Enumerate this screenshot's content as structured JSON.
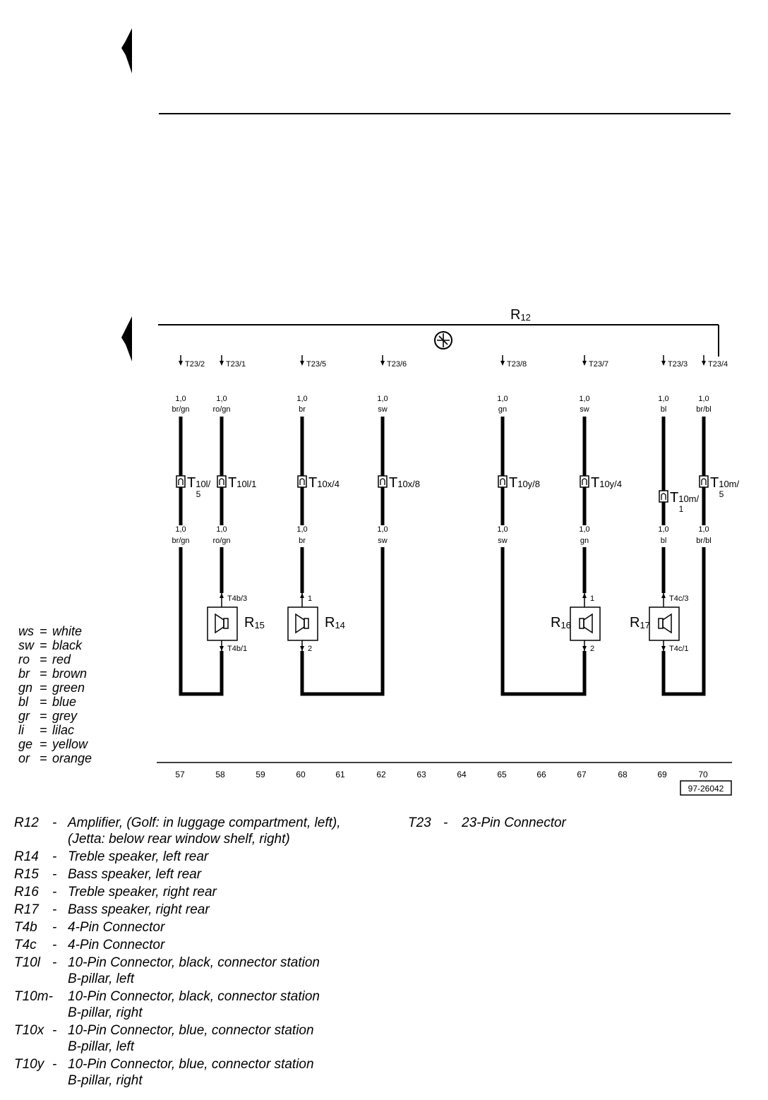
{
  "amplifier_label": {
    "main": "R",
    "sub": "12"
  },
  "ground_symbol": "ground-symbol",
  "drawing_number": "97-26042",
  "columns": [
    "57",
    "58",
    "59",
    "60",
    "61",
    "62",
    "63",
    "64",
    "65",
    "66",
    "67",
    "68",
    "69",
    "70"
  ],
  "wires": [
    {
      "pin": "T23/2",
      "gauge_top": "1,0",
      "color_top": "br/gn",
      "connector": {
        "main": "T",
        "sub": "10l/",
        "suffix": "5"
      },
      "gauge_bottom": "1,0",
      "color_bottom": "br/gn"
    },
    {
      "pin": "T23/1",
      "gauge_top": "1,0",
      "color_top": "ro/gn",
      "connector": {
        "main": "T",
        "sub": "10l/1",
        "suffix": ""
      },
      "gauge_bottom": "1,0",
      "color_bottom": "ro/gn"
    },
    {
      "pin": "T23/5",
      "gauge_top": "1,0",
      "color_top": "br",
      "connector": {
        "main": "T",
        "sub": "10x/4",
        "suffix": ""
      },
      "gauge_bottom": "1,0",
      "color_bottom": "br"
    },
    {
      "pin": "T23/6",
      "gauge_top": "1,0",
      "color_top": "sw",
      "connector": {
        "main": "T",
        "sub": "10x/8",
        "suffix": ""
      },
      "gauge_bottom": "1,0",
      "color_bottom": "sw"
    },
    {
      "pin": "T23/8",
      "gauge_top": "1,0",
      "color_top": "gn",
      "connector": {
        "main": "T",
        "sub": "10y/8",
        "suffix": ""
      },
      "gauge_bottom": "1,0",
      "color_bottom": "sw"
    },
    {
      "pin": "T23/7",
      "gauge_top": "1,0",
      "color_top": "sw",
      "connector": {
        "main": "T",
        "sub": "10y/4",
        "suffix": ""
      },
      "gauge_bottom": "1,0",
      "color_bottom": "gn"
    },
    {
      "pin": "T23/3",
      "gauge_top": "1,0",
      "color_top": "bl",
      "connector": {
        "main": "T",
        "sub": "10m/",
        "suffix": "1"
      },
      "gauge_bottom": "1,0",
      "color_bottom": "bl"
    },
    {
      "pin": "T23/4",
      "gauge_top": "1,0",
      "color_top": "br/bl",
      "connector": {
        "main": "T",
        "sub": "10m/",
        "suffix": "5"
      },
      "gauge_bottom": "1,0",
      "color_bottom": "br/bl"
    }
  ],
  "speakers": [
    {
      "label_main": "R",
      "label_sub": "15",
      "pin_top": "T4b/3",
      "pin_bottom": "T4b/1"
    },
    {
      "label_main": "R",
      "label_sub": "14",
      "pin_top": "1",
      "pin_bottom": "2"
    },
    {
      "label_main": "R",
      "label_sub": "16",
      "pin_top": "1",
      "pin_bottom": "2"
    },
    {
      "label_main": "R",
      "label_sub": "17",
      "pin_top": "T4c/3",
      "pin_bottom": "T4c/1"
    }
  ],
  "color_legend": [
    {
      "code": "ws",
      "name": "white"
    },
    {
      "code": "sw",
      "name": "black"
    },
    {
      "code": "ro",
      "name": "red"
    },
    {
      "code": "br",
      "name": "brown"
    },
    {
      "code": "gn",
      "name": "green"
    },
    {
      "code": "bl",
      "name": "blue"
    },
    {
      "code": "gr",
      "name": "grey"
    },
    {
      "code": "li",
      "name": "lilac"
    },
    {
      "code": "ge",
      "name": "yellow"
    },
    {
      "code": "or",
      "name": "orange"
    }
  ],
  "components_left": [
    {
      "code": "R12",
      "dash": "-",
      "lines": [
        "Amplifier, (Golf: in luggage compartment, left),",
        "(Jetta: below rear window shelf, right)"
      ]
    },
    {
      "code": "R14",
      "dash": "-",
      "lines": [
        "Treble speaker, left rear"
      ]
    },
    {
      "code": "R15",
      "dash": "-",
      "lines": [
        "Bass speaker, left rear"
      ]
    },
    {
      "code": "R16",
      "dash": "-",
      "lines": [
        "Treble speaker, right rear"
      ]
    },
    {
      "code": "R17",
      "dash": "-",
      "lines": [
        "Bass speaker, right rear"
      ]
    },
    {
      "code": "T4b",
      "dash": "-",
      "lines": [
        "4-Pin Connector"
      ]
    },
    {
      "code": "T4c",
      "dash": "-",
      "lines": [
        "4-Pin Connector"
      ]
    },
    {
      "code": "T10l",
      "dash": "-",
      "lines": [
        "10-Pin Connector, black, connector station",
        "B-pillar, left"
      ]
    },
    {
      "code": "T10m-",
      "dash": "",
      "lines": [
        "10-Pin Connector, black, connector station",
        "B-pillar, right"
      ]
    },
    {
      "code": "T10x",
      "dash": "-",
      "lines": [
        "10-Pin Connector, blue, connector station",
        "B-pillar, left"
      ]
    },
    {
      "code": "T10y",
      "dash": "-",
      "lines": [
        "10-Pin Connector, blue, connector station",
        "B-pillar, right"
      ]
    }
  ],
  "components_right": [
    {
      "code": "T23",
      "dash": "-",
      "lines": [
        "23-Pin Connector"
      ]
    }
  ]
}
